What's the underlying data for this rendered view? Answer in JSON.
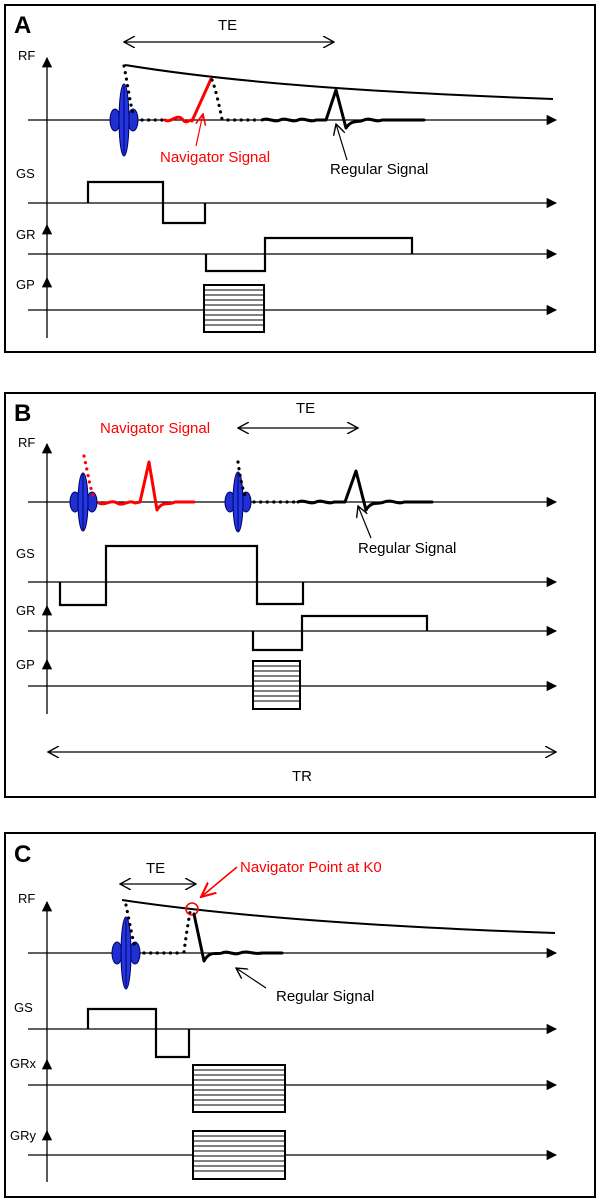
{
  "panels": [
    {
      "letter": "A",
      "axes": [
        "RF",
        "GS",
        "GR",
        "GP"
      ],
      "te_label": "TE",
      "navigator_label": "Navigator Signal",
      "regular_label": "Regular Signal"
    },
    {
      "letter": "B",
      "axes": [
        "RF",
        "GS",
        "GR",
        "GP"
      ],
      "te_label": "TE",
      "tr_label": "TR",
      "navigator_label": "Navigator Signal",
      "regular_label": "Regular Signal"
    },
    {
      "letter": "C",
      "axes": [
        "RF",
        "GS",
        "GRx",
        "GRy"
      ],
      "te_label": "TE",
      "navigator_label": "Navigator Point at K0",
      "regular_label": "Regular Signal"
    }
  ],
  "colors": {
    "rf_pulse": "#1f2fd0",
    "navigator": "#ff0000",
    "line": "#000000"
  }
}
